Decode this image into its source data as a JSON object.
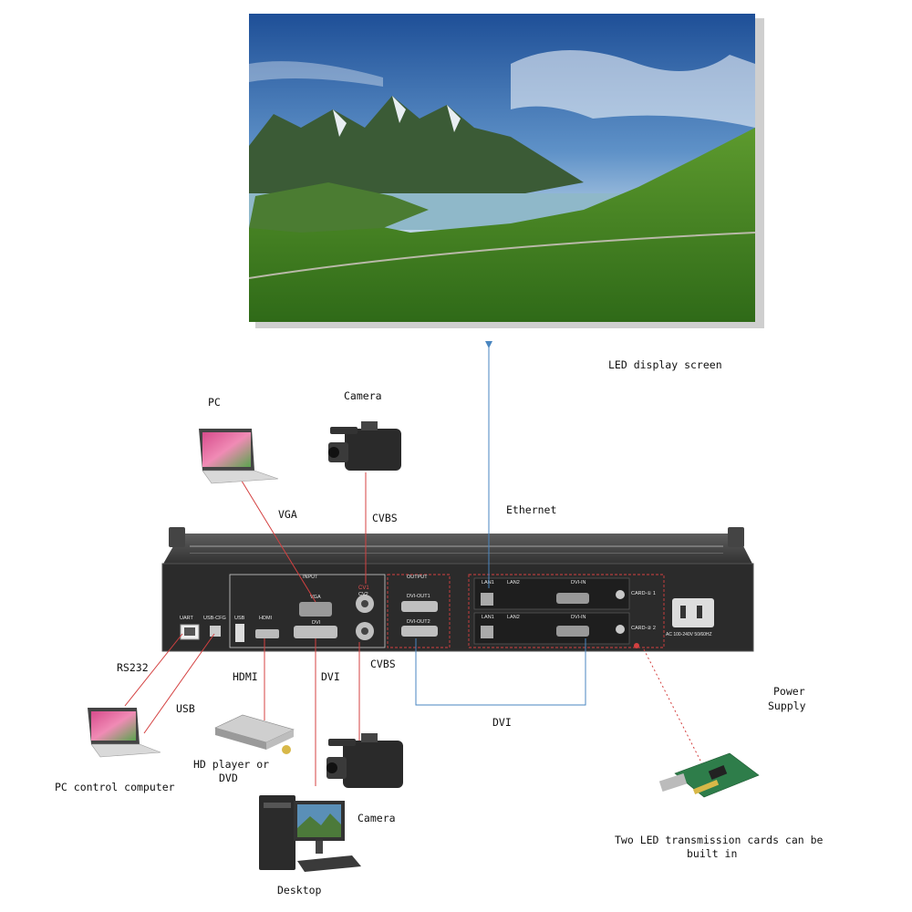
{
  "labels": {
    "led_display_screen": "LED display screen",
    "pc": "PC",
    "camera_top": "Camera",
    "vga": "VGA",
    "cvbs_top": "CVBS",
    "ethernet": "Ethernet",
    "rs232": "RS232",
    "usb": "USB",
    "hdmi": "HDMI",
    "dvi_input": "DVI",
    "cvbs_bottom": "CVBS",
    "dvi_loop": "DVI",
    "power_supply_1": "Power",
    "power_supply_2": "Supply",
    "pc_control_computer": "PC control computer",
    "hd_player_1": "HD player or",
    "hd_player_2": "DVD",
    "camera_bottom": "Camera",
    "desktop": "Desktop",
    "cards_note_1": "Two LED transmission cards can be",
    "cards_note_2": "built in"
  },
  "device": {
    "uart": "UART",
    "usb_cfg": "USB-CFG",
    "usb": "USB",
    "hdmi": "HDMI",
    "input": "INPUT",
    "vga": "VGA",
    "dvi": "DVI",
    "cv1": "CV1",
    "cv2": "CV2",
    "output": "OUTPUT",
    "dvi_out1": "DVI-OUT1",
    "dvi_out2": "DVI-OUT2",
    "lan1_a": "LAN1",
    "lan2_a": "LAN2",
    "dvi_in_a": "DVI-IN",
    "card1": "CARD-① 1",
    "lan1_b": "LAN1",
    "lan2_b": "LAN2",
    "dvi_in_b": "DVI-IN",
    "card2": "CARD-② 2",
    "ac": "AC 100-240V 50/60HZ"
  },
  "colors": {
    "signal_line": "#d44040",
    "ethernet_line": "#4a86c0",
    "device_body": "#2b2b2b"
  }
}
